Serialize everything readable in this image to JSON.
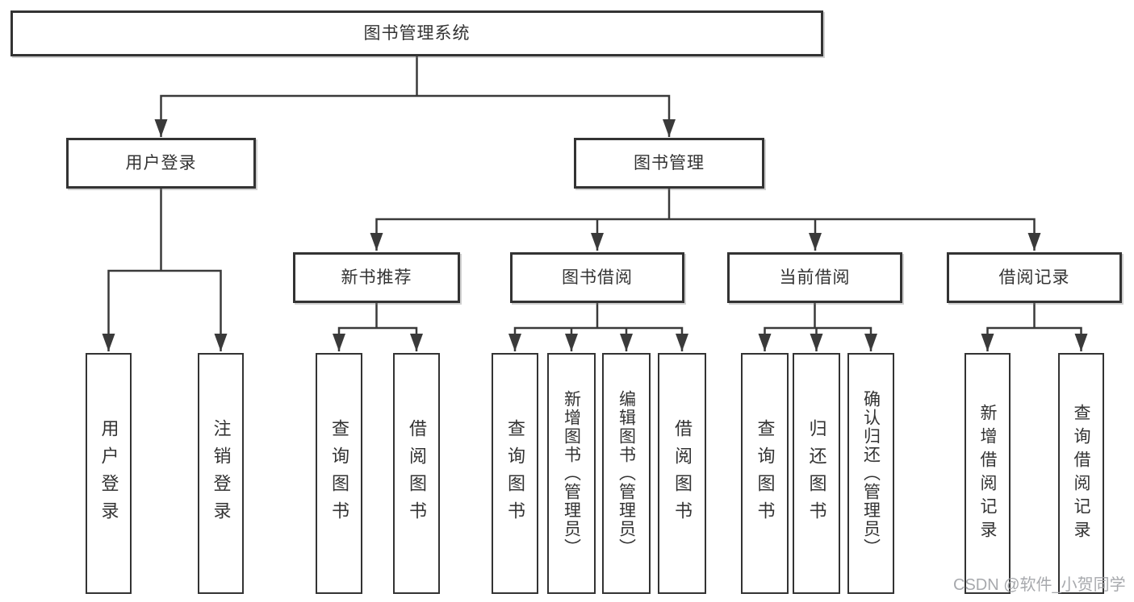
{
  "diagram": {
    "title": "图书管理系统",
    "root": {
      "label": "图书管理系统"
    },
    "level2": [
      {
        "label": "用户登录"
      },
      {
        "label": "图书管理"
      }
    ],
    "level3": [
      {
        "label": "新书推荐"
      },
      {
        "label": "图书借阅"
      },
      {
        "label": "当前借阅"
      },
      {
        "label": "借阅记录"
      }
    ],
    "leaves": {
      "user_login": [
        "用户登录",
        "注销登录"
      ],
      "new_books": [
        "查询图书",
        "借阅图书"
      ],
      "book_borrow": [
        "查询图书",
        "新增图书（管理员）",
        "编辑图书（管理员）",
        "借阅图书"
      ],
      "current_borrow": [
        "查询图书",
        "归还图书",
        "确认归还（管理员）"
      ],
      "borrow_records": [
        "新增借阅记录",
        "查询借阅记录"
      ]
    }
  },
  "watermark": {
    "text": "CSDN @软件_小贺同学"
  },
  "colors": {
    "line": "#3a3a3a",
    "text": "#333333",
    "background": "#ffffff",
    "watermark": "#a0a2a6"
  }
}
